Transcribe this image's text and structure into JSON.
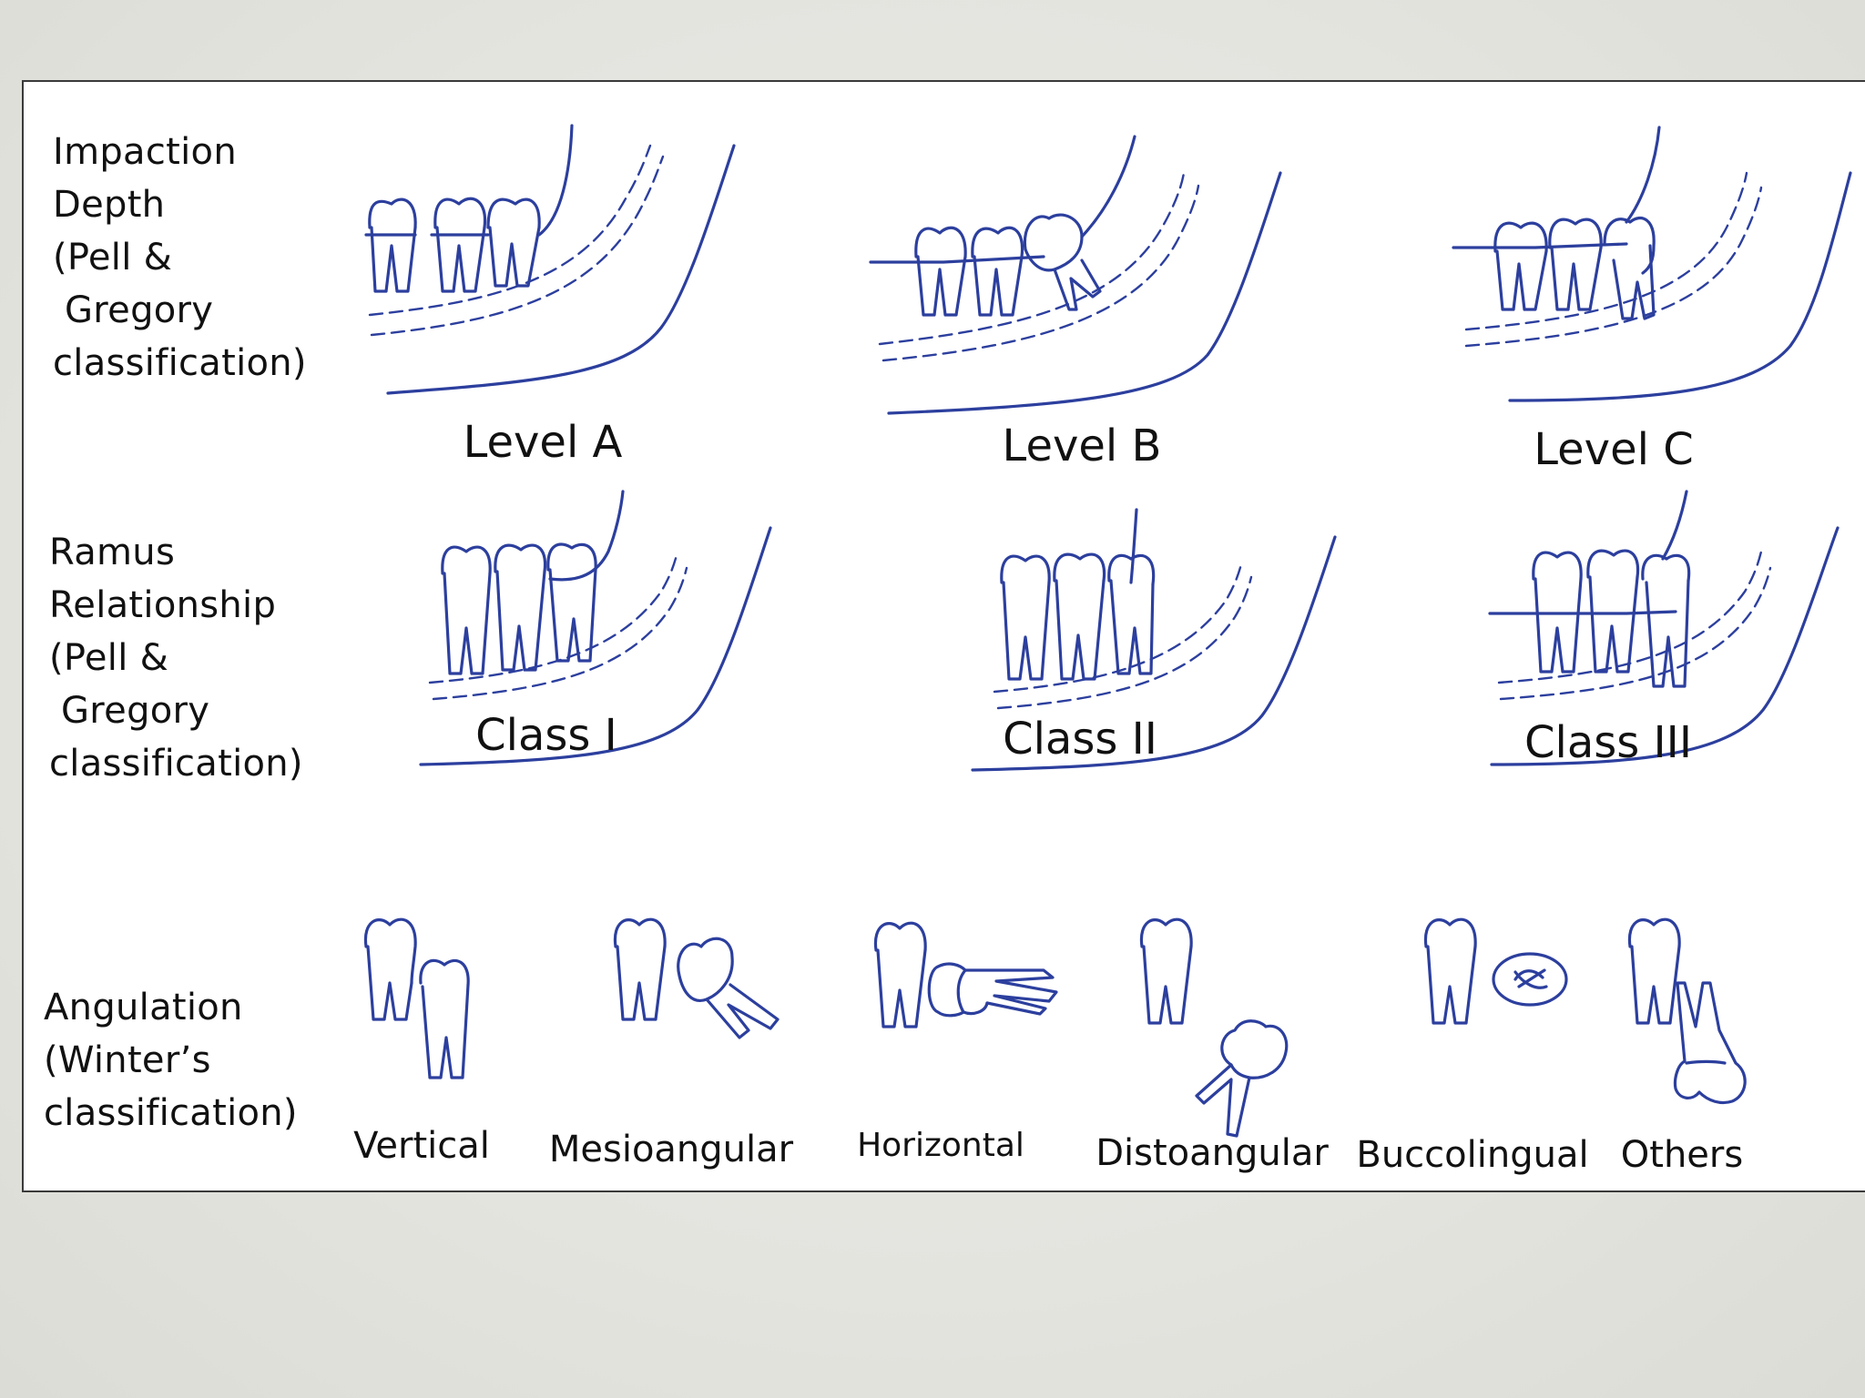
{
  "rows": {
    "depth": {
      "label_lines": [
        "Impaction",
        "Depth",
        "(Pell &",
        " Gregory",
        "classification)"
      ],
      "captions": [
        "Level A",
        "Level B",
        "Level C"
      ]
    },
    "ramus": {
      "label_lines": [
        "Ramus",
        "Relationship",
        "(Pell &",
        " Gregory",
        "classification)"
      ],
      "captions": [
        "Class I",
        "Class II",
        "Class III"
      ]
    },
    "angulation": {
      "label_lines": [
        "Angulation",
        "(Winter’s",
        "classification)"
      ],
      "captions": [
        "Vertical",
        "Mesioangular",
        "Horizontal",
        "Distoangular",
        "Buccolingual",
        "Others"
      ]
    }
  },
  "colors": {
    "ink": "#2c3f9e",
    "panel": "#ffffff",
    "background": "#e6e6e1"
  },
  "icons": [
    "jaw-level-a-icon",
    "jaw-level-b-icon",
    "jaw-level-c-icon",
    "jaw-class-i-icon",
    "jaw-class-ii-icon",
    "jaw-class-iii-icon",
    "tooth-vertical-icon",
    "tooth-mesioangular-icon",
    "tooth-horizontal-icon",
    "tooth-distoangular-icon",
    "tooth-buccolingual-icon",
    "tooth-others-icon"
  ]
}
